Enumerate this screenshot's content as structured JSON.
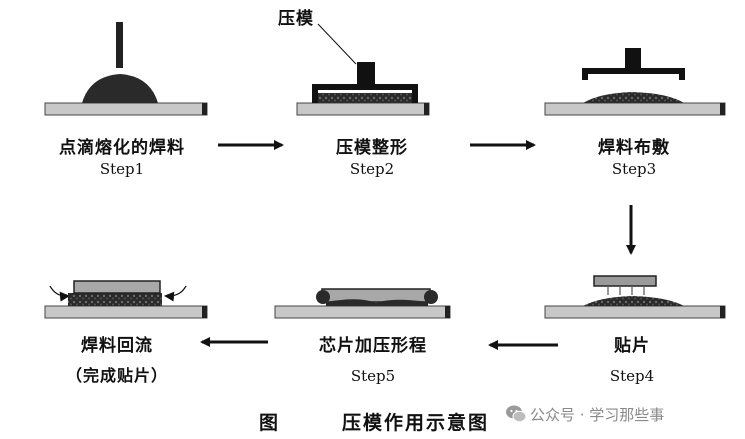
{
  "mold_label": "压模",
  "steps": [
    {
      "name": "点滴熔化的焊料",
      "step": "Step1"
    },
    {
      "name": "压模整形",
      "step": "Step2"
    },
    {
      "name": "焊料布敷",
      "step": "Step3"
    },
    {
      "name": "贴片",
      "step": "Step4"
    },
    {
      "name": "芯片加压形程",
      "step": "Step5"
    },
    {
      "name": "焊料回流",
      "step": "（完成贴片）"
    }
  ],
  "caption": {
    "fig": "图",
    "title": "压模作用示意图"
  },
  "watermark": "公众号 · 学习那些事",
  "colors": {
    "substrate": "#c8c8c8",
    "solder": "#2a2a2a",
    "ink": "#111111"
  }
}
